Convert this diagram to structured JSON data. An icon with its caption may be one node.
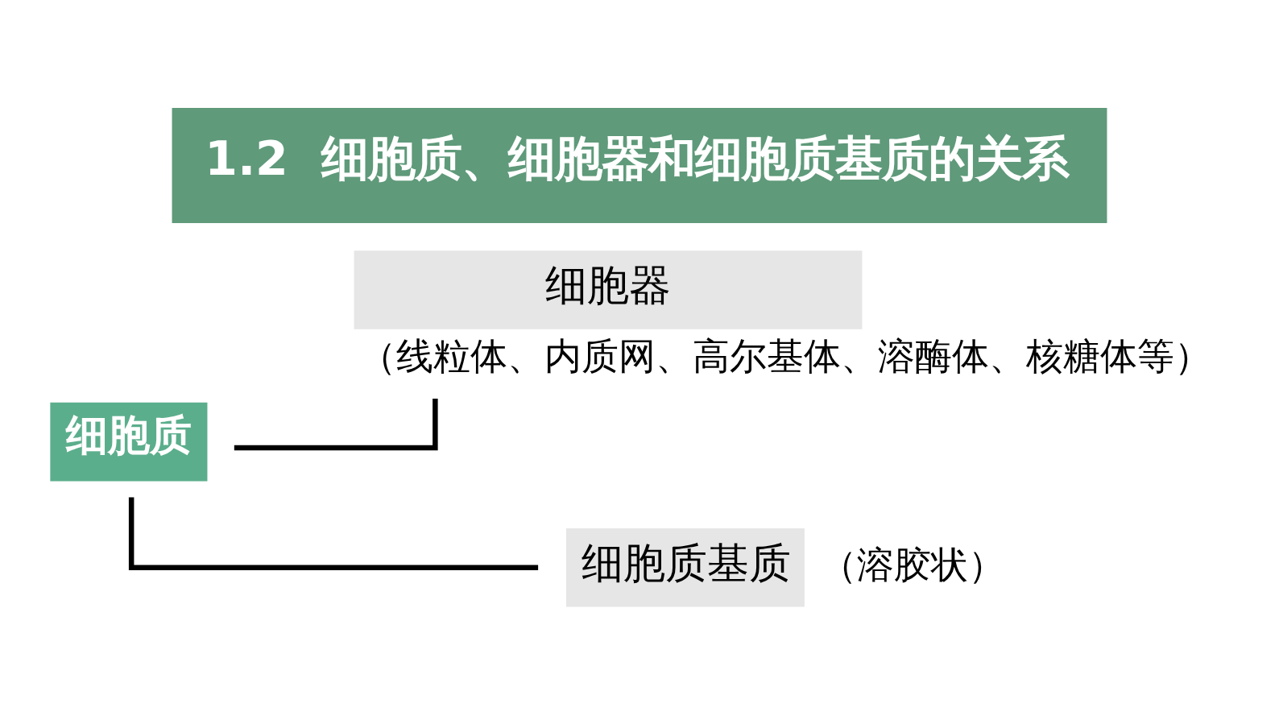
{
  "diagram": {
    "title": "1.2  细胞质、细胞器和细胞质基质的关系",
    "nodes": [
      {
        "text": [
          "细胞质"
        ]
      },
      {
        "text": [
          "细胞器"
        ],
        "beside": [
          "（线粒体、内质网、高尔基体、溶酶体、核糖体等）"
        ]
      },
      {
        "text": [
          "细胞质基质"
        ],
        "beside": [
          "（溶胶状）"
        ]
      }
    ],
    "edges": [
      {
        "from": 0,
        "to": 1,
        "arrow": "none"
      },
      {
        "from": 0,
        "to": 2,
        "arrow": "none"
      }
    ]
  }
}
